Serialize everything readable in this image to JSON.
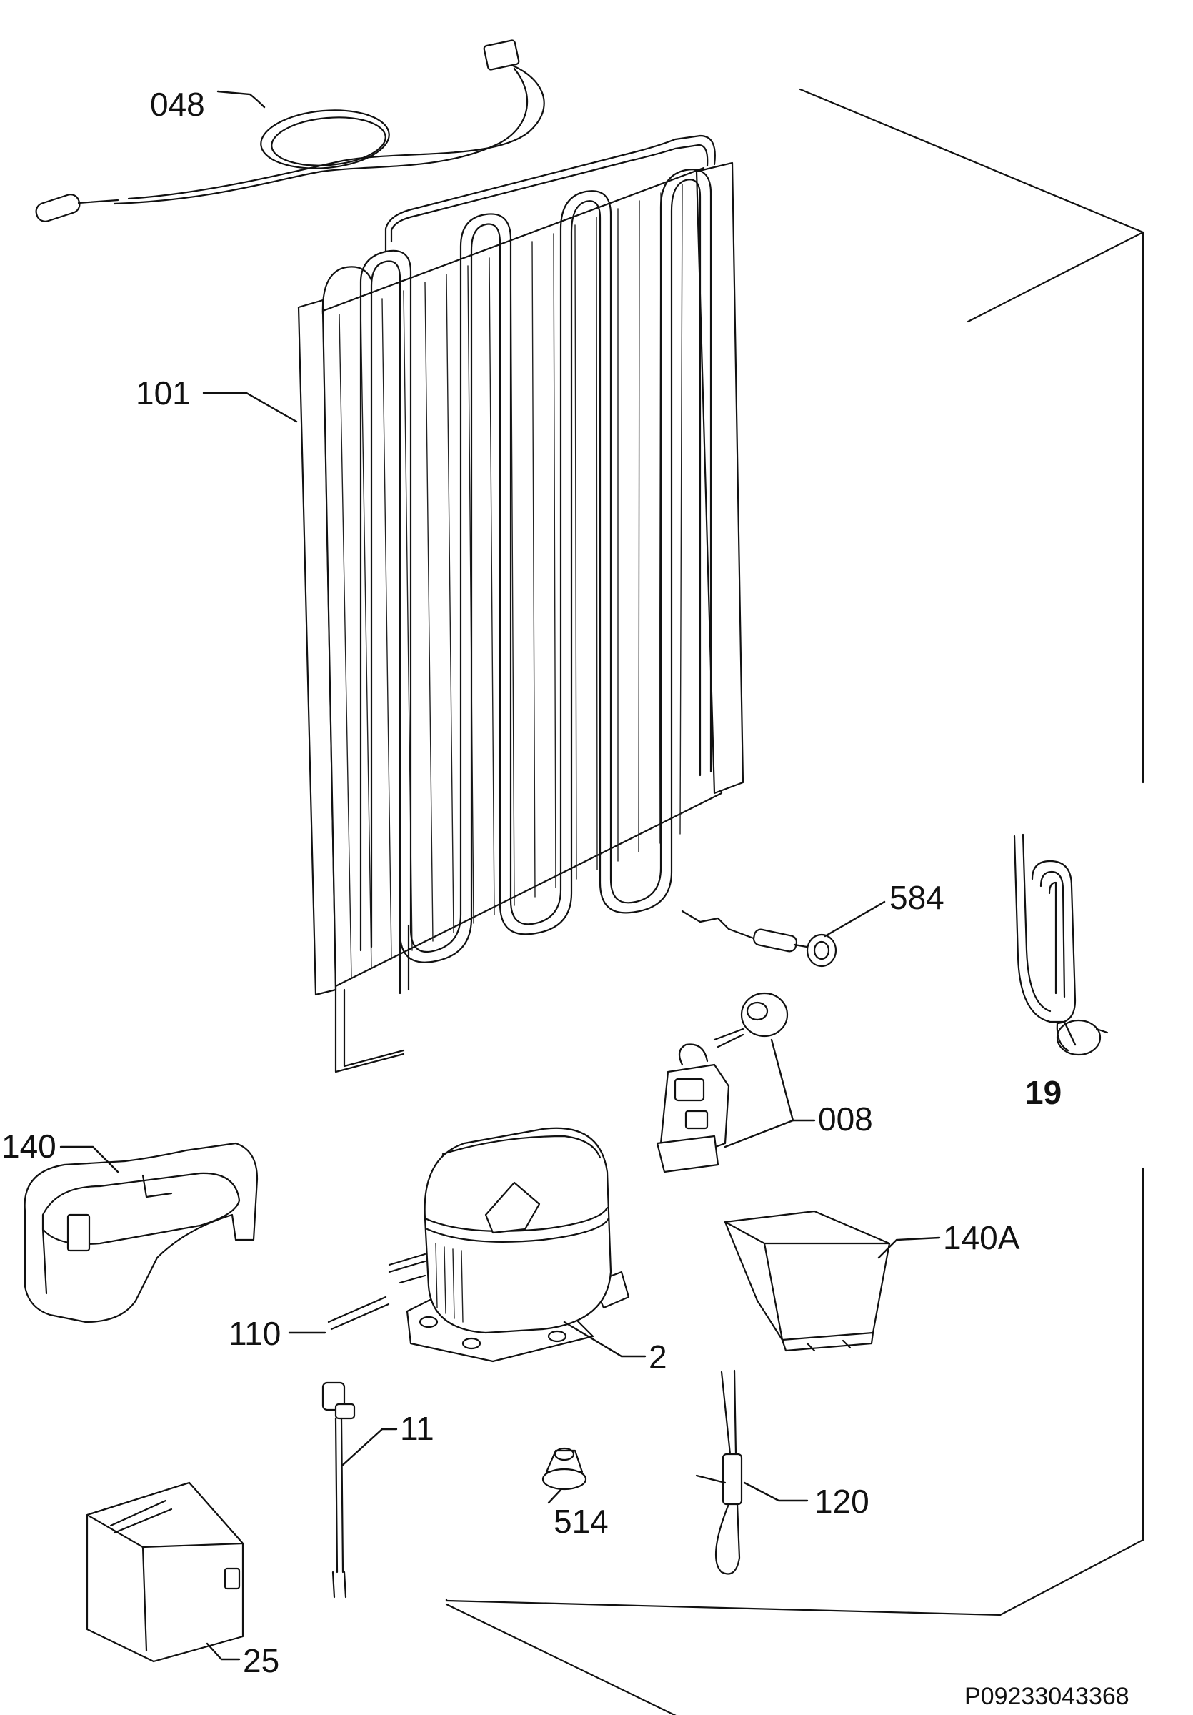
{
  "diagram": {
    "document_code": "P09233043368",
    "parts": [
      {
        "id": "p048",
        "label": "048",
        "part": "sensor-cable"
      },
      {
        "id": "p101",
        "label": "101",
        "part": "condenser"
      },
      {
        "id": "p584",
        "label": "584",
        "part": "sensor-wire"
      },
      {
        "id": "p19",
        "label": "19",
        "part": "heater-wire"
      },
      {
        "id": "p008",
        "label": "008",
        "part": "relay-and-overload"
      },
      {
        "id": "p140",
        "label": "140",
        "part": "compressor-base-tray"
      },
      {
        "id": "p140A",
        "label": "140A",
        "part": "drip-tray"
      },
      {
        "id": "p110",
        "label": "110",
        "part": "tube-stub"
      },
      {
        "id": "p2",
        "label": "2",
        "part": "compressor"
      },
      {
        "id": "p11",
        "label": "11",
        "part": "thermistor-cable"
      },
      {
        "id": "p120",
        "label": "120",
        "part": "door-switch-cable"
      },
      {
        "id": "p514",
        "label": "514",
        "part": "grommet"
      },
      {
        "id": "p25",
        "label": "25",
        "part": "electronic-box"
      }
    ]
  }
}
